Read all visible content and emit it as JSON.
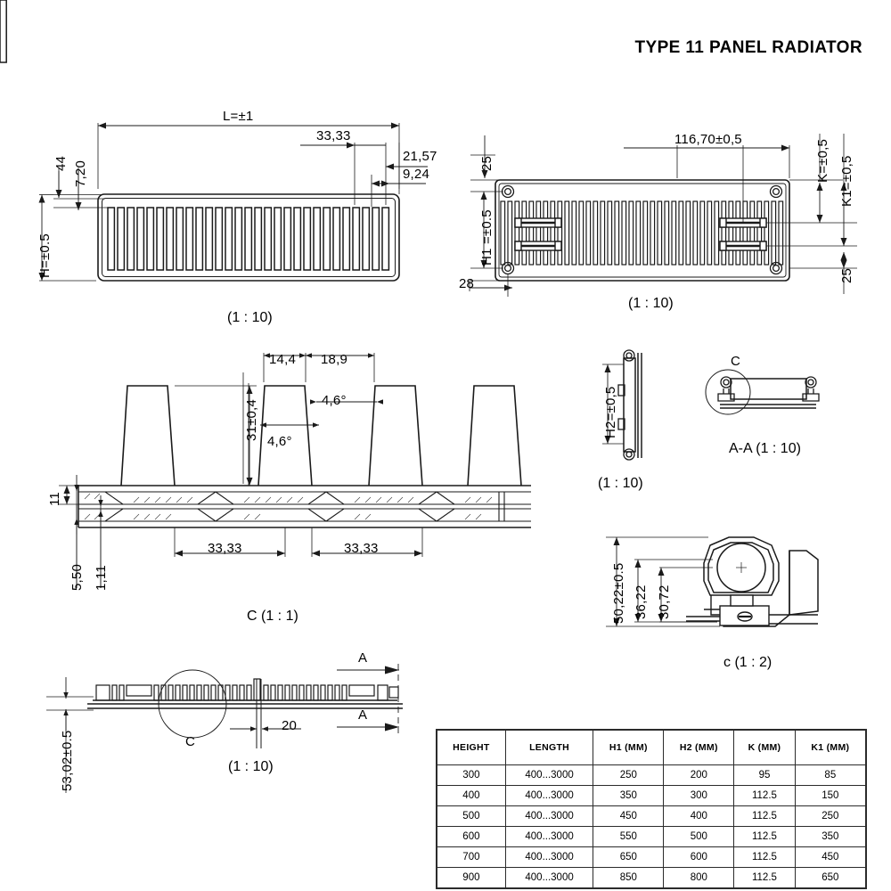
{
  "title": "TYPE 11 PANEL RADIATOR",
  "views": {
    "front": {
      "name": "front-elevation-view",
      "scale": "(1 : 10)",
      "dims": {
        "length": "L=±1",
        "pitch": "33,33",
        "d2": "21,57",
        "d3": "9,24",
        "top_44": "44",
        "top_720": "7,20",
        "height": "H=±0.5"
      }
    },
    "rear": {
      "name": "rear-elevation-view",
      "scale": "(1 : 10)",
      "dims": {
        "top_25": "25",
        "h1": "H1 =±0.5",
        "bottom_28": "28",
        "center": "116,70±0,5",
        "k": "K=±0,5",
        "k1": "K1=±0,5",
        "right_25": "25"
      }
    },
    "detail_c": {
      "name": "detail-c-profile",
      "scale": "C (1 : 1)",
      "dims": {
        "fin_w": "14,4",
        "fin_gap": "18,9",
        "fin_h": "31±0,4",
        "angle_a": "4,6°",
        "angle_b": "4,6°",
        "t11": "11",
        "t550": "5,50",
        "t111": "1,11",
        "pitch_left": "33,33",
        "pitch_right": "33,33"
      }
    },
    "side": {
      "name": "side-elevation-view",
      "scale": "(1 : 10)",
      "dims": {
        "h2": "H2=±0,5"
      }
    },
    "section_aa": {
      "name": "section-a-a-view",
      "scale": "A-A (1 : 10)",
      "labels": {
        "callout": "C"
      }
    },
    "detail_c2": {
      "name": "detail-c-bracket",
      "scale": "c (1 : 2)",
      "dims": {
        "d5022": "50,22±0.5",
        "d3622": "36,22",
        "d3072": "30,72"
      }
    },
    "plan": {
      "name": "plan-section-view",
      "scale": "(1 : 10)",
      "dims": {
        "depth": "53,02±0.5",
        "d20": "20"
      },
      "labels": {
        "callout_c": "C",
        "section_a_top": "A",
        "section_a_bottom": "A"
      }
    }
  },
  "table": {
    "name": "specification-table",
    "headers": [
      "HEIGHT",
      "LENGTH",
      "H1 (MM)",
      "H2 (MM)",
      "K (MM)",
      "K1 (MM)"
    ],
    "rows": [
      [
        "300",
        "400...3000",
        "250",
        "200",
        "95",
        "85"
      ],
      [
        "400",
        "400...3000",
        "350",
        "300",
        "112.5",
        "150"
      ],
      [
        "500",
        "400...3000",
        "450",
        "400",
        "112.5",
        "250"
      ],
      [
        "600",
        "400...3000",
        "550",
        "500",
        "112.5",
        "350"
      ],
      [
        "700",
        "400...3000",
        "650",
        "600",
        "112.5",
        "450"
      ],
      [
        "900",
        "400...3000",
        "850",
        "800",
        "112.5",
        "650"
      ]
    ]
  },
  "colors": {
    "line": "#1a1a1a",
    "background": "#ffffff"
  }
}
